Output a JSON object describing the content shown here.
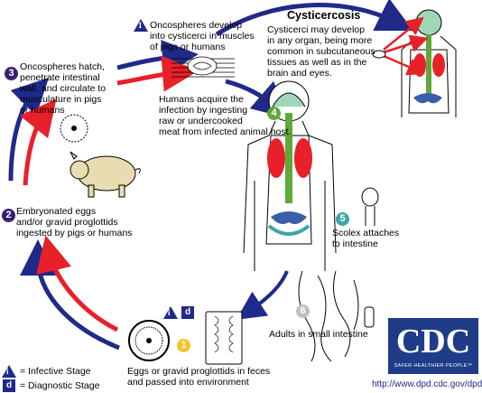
{
  "title": "Cysticercosis",
  "steps": [
    {
      "num": "1",
      "text": "Eggs or gravid proglottids in feces\nand passed into environment"
    },
    {
      "num": "2",
      "text": "Embryonated eggs\nand/or gravid proglottids\ningested by pigs or humans"
    },
    {
      "num": "3",
      "text": "Oncospheres hatch,\npenetrate intestinal\nwall, and circulate to\nmusculature in pigs\nor humans"
    },
    {
      "num": "1",
      "text": "Oncospheres develop\ninto cysticerci in muscles\nof pigs or humans"
    },
    {
      "num": "4",
      "text": "Humans acquire the\ninfection by ingesting\nraw or undercooked\nmeat from infected animal host."
    },
    {
      "num": "5",
      "text": "Scolex attaches\nto intestine"
    },
    {
      "num": "6",
      "text": "Adults in small intestine"
    }
  ],
  "cysticercosis_text": "Cysticerci may develop\nin any organ, being more\ncommon in subcutaneous\ntissues as well as in the\nbrain and eyes.",
  "legend": {
    "infective_symbol": "i",
    "infective_label": "= Infective Stage",
    "diagnostic_symbol": "d",
    "diagnostic_label": "= Diagnostic Stage"
  },
  "logo": {
    "text": "CDC",
    "tagline": "SAFER·HEALTHIER·PEOPLE™"
  },
  "url": "http://www.dpd.cdc.gov/dpdx",
  "colors": {
    "arrow_blue": "#1f2a8a",
    "arrow_red": "#e8202a",
    "badge_purple": "#3a1f6e",
    "badge_green": "#5fa83a",
    "badge_teal": "#3aa6a6",
    "badge_yellow": "#f5c42a",
    "brain_green": "#9fd6b8",
    "gut_blue": "#3a5fa8",
    "pig_fill": "#e8dcb0"
  }
}
